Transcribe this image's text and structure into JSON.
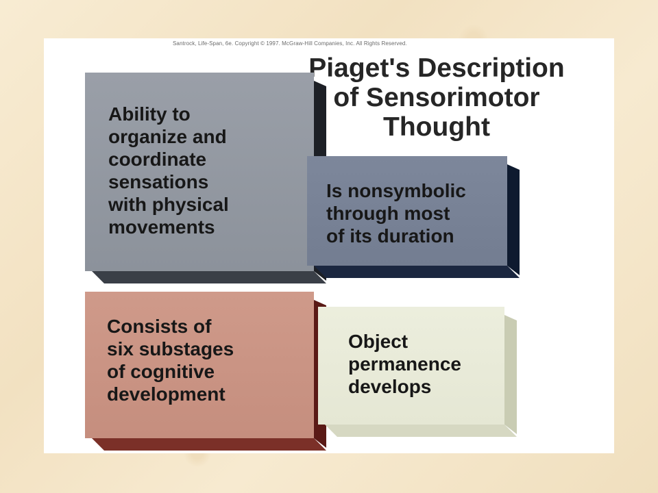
{
  "copyright": "Santrock, Life-Span, 6e. Copyright © 1997. McGraw-Hill Companies, Inc. All Rights Reserved.",
  "title": {
    "lines": [
      "Piaget's Description",
      "of Sensorimotor",
      "Thought"
    ]
  },
  "boxes": [
    {
      "lines": [
        "Ability to",
        "organize and",
        "coordinate",
        "sensations",
        "with physical",
        "movements"
      ],
      "color": "#8f95a0"
    },
    {
      "lines": [
        "Is nonsymbolic",
        "through most",
        "of its duration"
      ],
      "color": "#78829a"
    },
    {
      "lines": [
        "Consists of",
        "six substages",
        "of cognitive",
        "development"
      ],
      "color": "#c99484"
    },
    {
      "lines": [
        "Object",
        "permanence",
        "develops"
      ],
      "color": "#e8e9d8"
    }
  ]
}
